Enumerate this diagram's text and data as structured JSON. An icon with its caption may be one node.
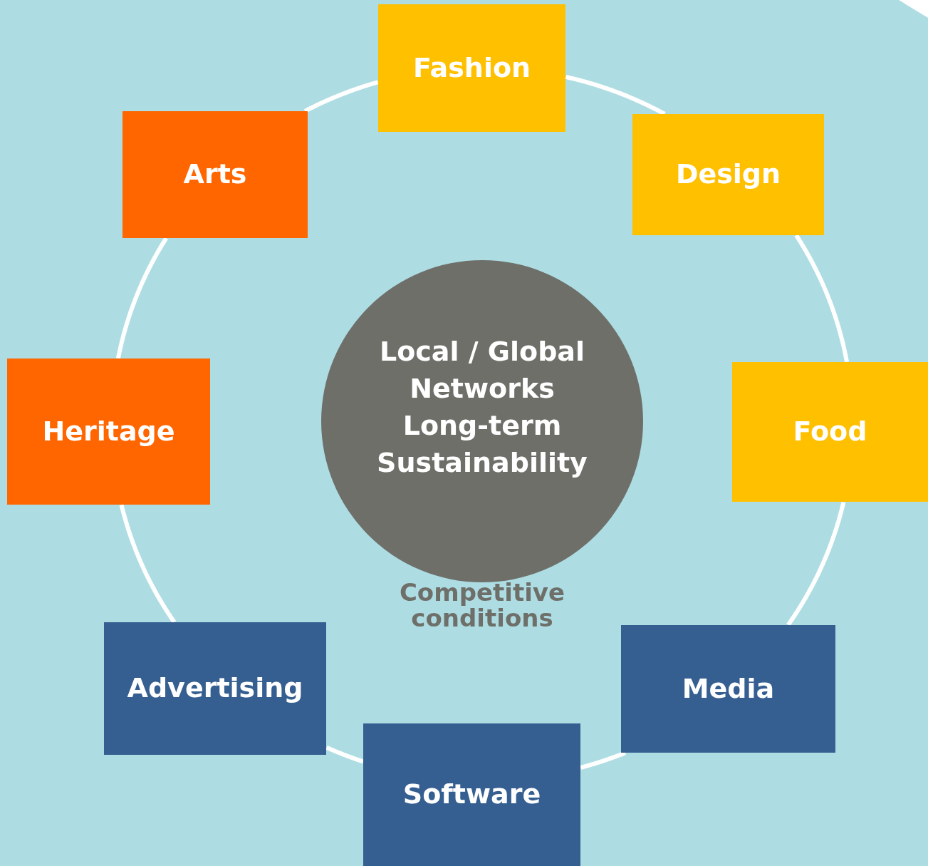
{
  "diagram": {
    "nodes": [
      {
        "text": [
          "Fashion"
        ]
      },
      {
        "text": [
          "Design"
        ]
      },
      {
        "text": [
          "Food"
        ]
      },
      {
        "text": [
          "Media"
        ]
      },
      {
        "text": [
          "Software"
        ]
      },
      {
        "text": [
          "Advertising"
        ]
      },
      {
        "text": [
          "Heritage"
        ]
      },
      {
        "text": [
          "Arts"
        ]
      },
      {
        "text": [
          "Local / Global",
          "Networks",
          "Long-term",
          "Sustainability"
        ],
        "beside": [
          "Competitive conditions"
        ]
      }
    ],
    "edges": [
      {
        "from": 0,
        "to": 1,
        "arrow": "none"
      },
      {
        "from": 1,
        "to": 2,
        "arrow": "none"
      },
      {
        "from": 2,
        "to": 3,
        "arrow": "none"
      },
      {
        "from": 3,
        "to": 4,
        "arrow": "none"
      },
      {
        "from": 4,
        "to": 5,
        "arrow": "none"
      },
      {
        "from": 5,
        "to": 6,
        "arrow": "none"
      },
      {
        "from": 6,
        "to": 7,
        "arrow": "none"
      },
      {
        "from": 7,
        "to": 0,
        "arrow": "none"
      }
    ]
  }
}
